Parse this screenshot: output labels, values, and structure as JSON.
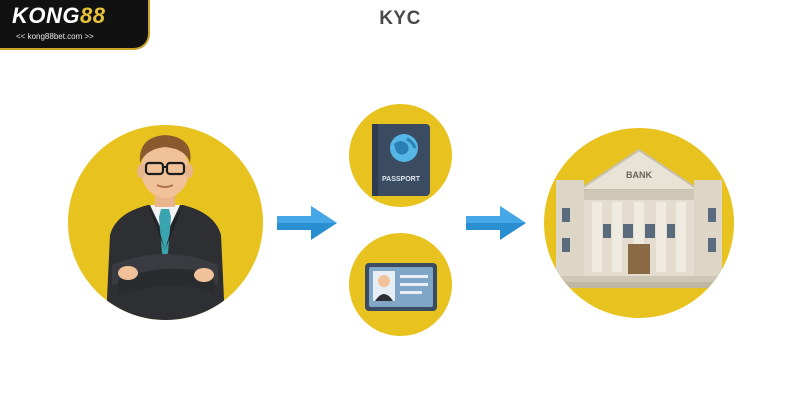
{
  "brand": {
    "name_part1": "KONG",
    "name_part2": "88",
    "url": "<< kong88bet.com >>"
  },
  "page": {
    "title": "KYC"
  },
  "diagram": {
    "passport_label": "PASSPORT",
    "bank_label": "BANK"
  },
  "colors": {
    "circle_yellow": "#e8c21e",
    "arrow_blue": "#2a8fd0",
    "suit": "#2e2f33",
    "tie": "#3aa3b0",
    "passport": "#3b4b61",
    "bank_stone": "#d9d2c2"
  },
  "icons": [
    "person-icon",
    "passport-icon",
    "id-card-icon",
    "bank-icon",
    "arrow-right-icon"
  ]
}
